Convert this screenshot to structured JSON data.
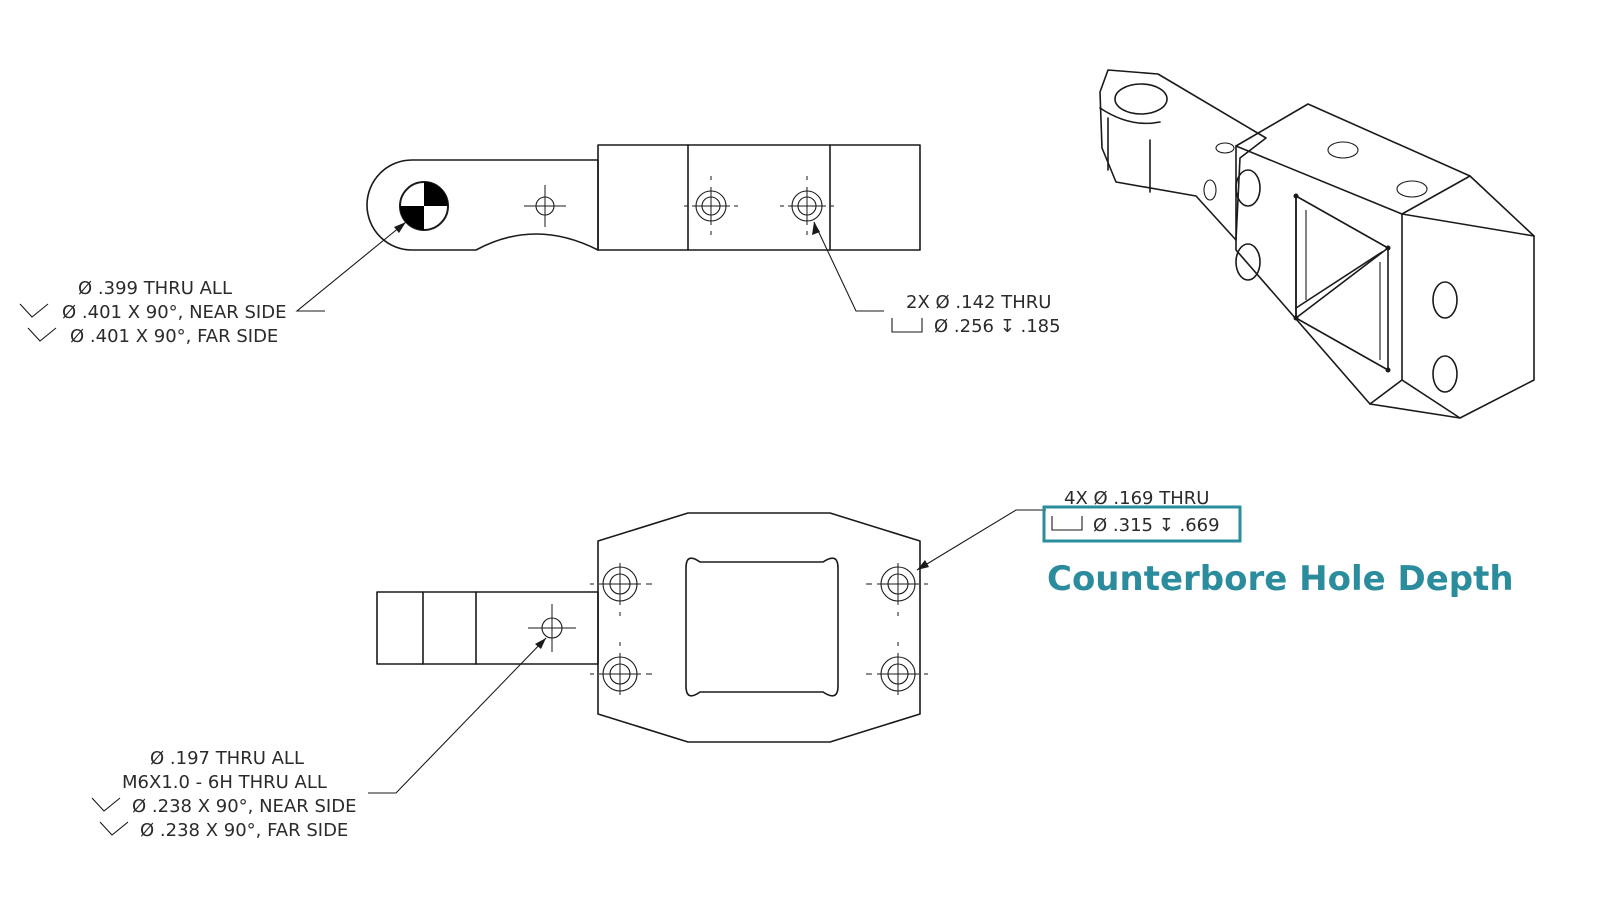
{
  "callouts": {
    "hole_399": {
      "line1": "Ø .399 THRU ALL",
      "line2": "Ø .401 X 90°, NEAR SIDE",
      "line3": "Ø .401 X 90°, FAR SIDE"
    },
    "hole_142": {
      "line1": "2X  Ø  .142 THRU",
      "line2": "Ø  .256  ↧  .185"
    },
    "hole_169": {
      "line1": "4X  Ø  .169 THRU",
      "line2": "Ø  .315  ↧  .669"
    },
    "hole_197": {
      "line1": "Ø .197 THRU ALL",
      "line2": "M6X1.0 - 6H THRU ALL",
      "line3": "Ø  .238 X 90°, NEAR SIDE",
      "line4": "Ø  .238 X 90°, FAR SIDE"
    }
  },
  "highlight": {
    "label": "Counterbore Hole Depth",
    "color": "#2a8c9c"
  }
}
